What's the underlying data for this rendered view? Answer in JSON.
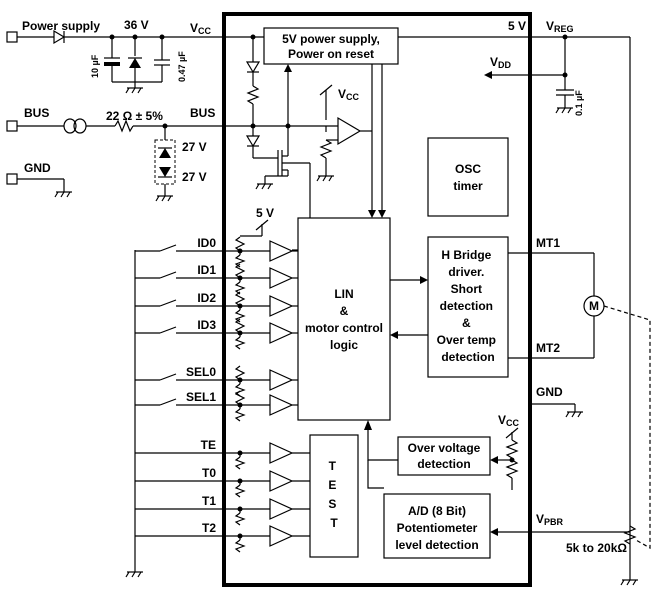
{
  "pins_left": {
    "power_supply": "Power supply",
    "bus": "BUS",
    "gnd": "GND"
  },
  "supply": {
    "v36": "36 V",
    "vcc_v": "V",
    "vcc_sub": "CC",
    "cap10": "10 µF",
    "cap047": "0.47 µF"
  },
  "bus_line": {
    "resistor": "22 Ω ± 5%",
    "bus_in": "BUS",
    "z1": "27 V",
    "z2": "27 V"
  },
  "inputs": {
    "v5": "5 V",
    "labels": [
      "ID0",
      "ID1",
      "ID2",
      "ID3",
      "SEL0",
      "SEL1",
      "TE",
      "T0",
      "T1",
      "T2"
    ]
  },
  "blocks": {
    "power_supply_l1": "5V power supply,",
    "power_supply_l2": "Power on reset",
    "osc_l1": "OSC",
    "osc_l2": "timer",
    "lin_l1": "LIN",
    "lin_l2": "&",
    "lin_l3": "motor control",
    "lin_l4": "logic",
    "hb_lines": [
      "H Bridge",
      "driver.",
      "Short",
      "detection",
      "&",
      "Over temp",
      "detection"
    ],
    "test_letters": [
      "T",
      "E",
      "S",
      "T"
    ],
    "ov_l1": "Over voltage",
    "ov_l2": "detection",
    "ad_l1": "A/D (8 Bit)",
    "ad_l2": "Potentiometer",
    "ad_l3": "level detection"
  },
  "right_side": {
    "v5_out": "5 V",
    "vreg_v": "V",
    "vreg_sub": "REG",
    "vdd_v": "V",
    "vdd_sub": "DD",
    "cap01": "0.1 µF",
    "mt1": "MT1",
    "mt2": "MT2",
    "motor": "M",
    "gnd": "GND",
    "vcc_v": "V",
    "vcc_sub": "CC",
    "vpbr_v": "V",
    "vpbr_sub": "PBR",
    "pot_range": "5k to 20kΩ"
  },
  "internal": {
    "vcc_v": "V",
    "vcc_sub": "CC"
  }
}
